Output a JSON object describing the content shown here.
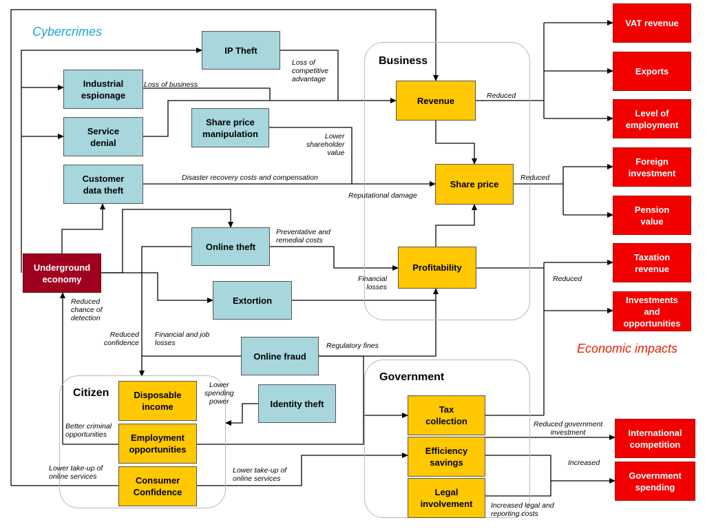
{
  "headings": {
    "cybercrimes": "Cybercrimes",
    "economic_impacts": "Economic impacts"
  },
  "colors": {
    "cybercrime_box": "#a7d6dd",
    "impact_box": "#ffc800",
    "economic_box": "#f20000",
    "underground_box": "#a00020",
    "cybercrimes_heading": "#1aa3dc",
    "economic_heading": "#e82000"
  },
  "groups": {
    "business": "Business",
    "citizen": "Citizen",
    "government": "Government"
  },
  "cybercrimes": {
    "ip_theft": "IP Theft",
    "industrial_espionage": "Industrial\nespionage",
    "service_denial": "Service\ndenial",
    "share_price_manipulation": "Share price\nmanipulation",
    "customer_data_theft": "Customer\ndata theft",
    "online_theft": "Online theft",
    "extortion": "Extortion",
    "online_fraud": "Online fraud",
    "identity_theft": "Identity theft",
    "underground_economy": "Underground\neconomy"
  },
  "business": {
    "revenue": "Revenue",
    "share_price": "Share price",
    "profitability": "Profitability"
  },
  "citizen": {
    "disposable_income": "Disposable\nincome",
    "employment_opportunities": "Employment\nopportunities",
    "consumer_confidence": "Consumer\nConfidence"
  },
  "government": {
    "tax_collection": "Tax\ncollection",
    "efficiency_savings": "Efficiency\nsavings",
    "legal_involvement": "Legal\ninvolvement"
  },
  "economic": {
    "vat_revenue": "VAT revenue",
    "exports": "Exports",
    "level_of_employment": "Level of\nemployment",
    "foreign_investment": "Foreign\ninvestment",
    "pension_value": "Pension\nvalue",
    "taxation_revenue": "Taxation\nrevenue",
    "investments_opportunities": "Investments\nand\nopportunities",
    "international_competition": "International\ncompetition",
    "government_spending": "Government\nspending"
  },
  "labels": {
    "loss_competitive": "Loss of\ncompetitive\nadvantage",
    "loss_business": "Loss of business",
    "reduced_revenue": "Reduced",
    "lower_shareholder": "Lower\nshareholder\nvalue",
    "disaster_recovery": "Disaster recovery costs and compensation",
    "reputational": "Reputational damage",
    "reduced_share": "Reduced",
    "preventative": "Preventative and\nremedial costs",
    "financial_losses": "Financial\nlosses",
    "reduced_profit": "Reduced",
    "reduced_detection": "Reduced\nchance of\ndetection",
    "reduced_confidence": "Reduced\nconfidence",
    "financial_job": "Financial and job\nlosses",
    "regulatory": "Regulatory fines",
    "lower_spending": "Lower\nspending\npower",
    "better_criminal": "Better criminal\nopportunities",
    "lower_takeup_left": "Lower take-up of\nonline services",
    "lower_takeup_mid": "Lower take-up of\nonline services",
    "reduced_gov_investment": "Reduced  government\ninvestment",
    "increased": "Increased",
    "increased_legal": "Increased legal and\nreporting costs"
  }
}
